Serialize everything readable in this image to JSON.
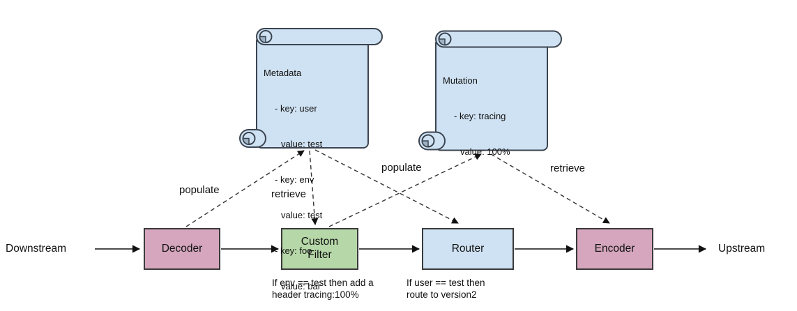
{
  "flow": {
    "left_endpoint": "Downstream",
    "right_endpoint": "Upstream",
    "nodes": [
      {
        "id": "decoder",
        "label": "Decoder",
        "fill": "#d5a6bd"
      },
      {
        "id": "custom-filter",
        "label": "Custom Filter",
        "fill": "#b6d7a8"
      },
      {
        "id": "router",
        "label": "Router",
        "fill": "#cfe2f3"
      },
      {
        "id": "encoder",
        "label": "Encoder",
        "fill": "#d5a6bd"
      }
    ],
    "notes": [
      {
        "under": "custom-filter",
        "lines": [
          "If env == test then add a",
          "header tracing:100%"
        ]
      },
      {
        "under": "router",
        "lines": [
          "If user == test then",
          "route to version2"
        ]
      }
    ]
  },
  "scrolls": [
    {
      "id": "metadata-scroll",
      "fill": "#cfe2f3",
      "title": "Metadata",
      "lines": [
        "- key: user",
        "value: test",
        "- key: env",
        "value: test",
        "- key: foo",
        "value: bar"
      ]
    },
    {
      "id": "mutation-scroll",
      "fill": "#cfe2f3",
      "title": "Mutation",
      "lines": [
        "- key: tracing",
        "value: 100%"
      ]
    }
  ],
  "edges": [
    {
      "from": "decoder",
      "to": "metadata-scroll",
      "label": "populate"
    },
    {
      "from": "metadata-scroll",
      "to": "custom-filter",
      "label": "retrieve"
    },
    {
      "from": "metadata-scroll",
      "to": "router",
      "label": ""
    },
    {
      "from": "custom-filter",
      "to": "mutation-scroll",
      "label": "populate"
    },
    {
      "from": "mutation-scroll",
      "to": "encoder",
      "label": "retrieve"
    }
  ]
}
